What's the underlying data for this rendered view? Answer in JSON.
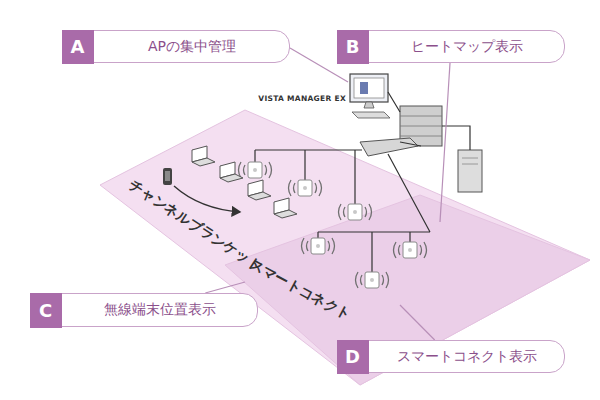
{
  "diagram": {
    "nodes": [
      {
        "text": [
          "A",
          "APの集中管理"
        ]
      },
      {
        "text": [
          "B",
          "ヒートマップ表示"
        ]
      },
      {
        "text": [
          "チャンネルブランケット"
        ]
      },
      {
        "text": [
          "スマートコネクト"
        ],
        "in": 2
      },
      {
        "text": [
          "C",
          "無線端末位置表示"
        ]
      },
      {
        "text": [
          "D",
          "スマートコネクト表示"
        ]
      }
    ],
    "edges": [
      {
        "from": 1,
        "to": 3,
        "arrow": "none"
      },
      {
        "from": 4,
        "to": 2,
        "arrow": "none"
      },
      {
        "from": 5,
        "to": 3,
        "arrow": "none"
      }
    ],
    "labels": [
      "VISTA MANAGER EX"
    ]
  }
}
